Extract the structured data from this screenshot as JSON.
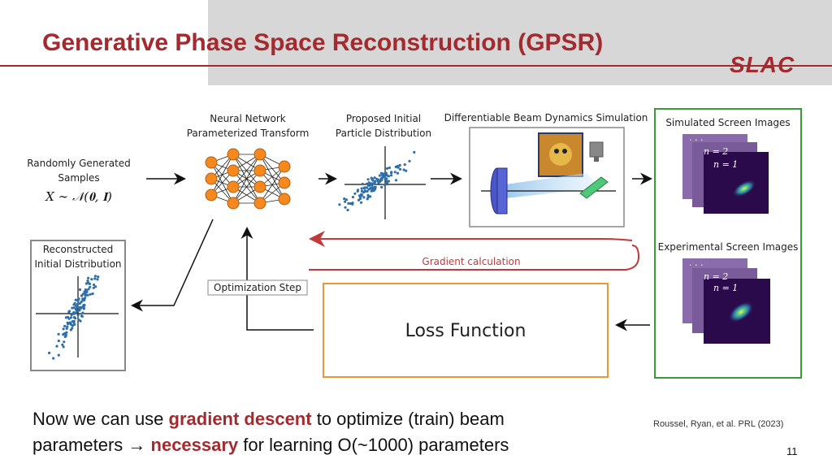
{
  "header": {
    "title": "Generative Phase Space Reconstruction (GPSR)",
    "logo": "SLAC"
  },
  "diagram": {
    "input_label_1": "Randomly Generated",
    "input_label_2": "Samples",
    "input_math": "X ∼ 𝒩(𝟎, 𝐈)",
    "nn_label_1": "Neural Network",
    "nn_label_2": "Parameterized Transform",
    "proposed_label_1": "Proposed Initial",
    "proposed_label_2": "Particle Distribution",
    "sim_label": "Differentiable Beam Dynamics Simulation",
    "simulated_label": "Simulated Screen Images",
    "experimental_label": "Experimental Screen Images",
    "stack_dots": "· · ·",
    "stack_n2": "n = 2",
    "stack_n1": "n = 1",
    "reconstructed_label_1": "Reconstructed",
    "reconstructed_label_2": "Initial Distribution",
    "gradient_label": "Gradient calculation",
    "optimization_label": "Optimization Step",
    "loss_label": "Loss Function"
  },
  "footer": {
    "line1_pre": "Now we can use ",
    "line1_bold": "gradient descent",
    "line1_post": " to optimize (train) beam",
    "line2_pre": "parameters ",
    "line2_arrow": "→",
    "line2_bold": "necessary",
    "line2_post": " for learning O(~1000) parameters",
    "citation": "Roussel, Ryan, et al. PRL (2023)",
    "page_number": "11"
  },
  "colors": {
    "accent": "#a32a2e",
    "node": "#f5891f",
    "green_box": "#3a9a3a",
    "orange_box": "#e8973a",
    "gradient_arrow": "#c0393b",
    "screen": "#7a5b9a"
  }
}
